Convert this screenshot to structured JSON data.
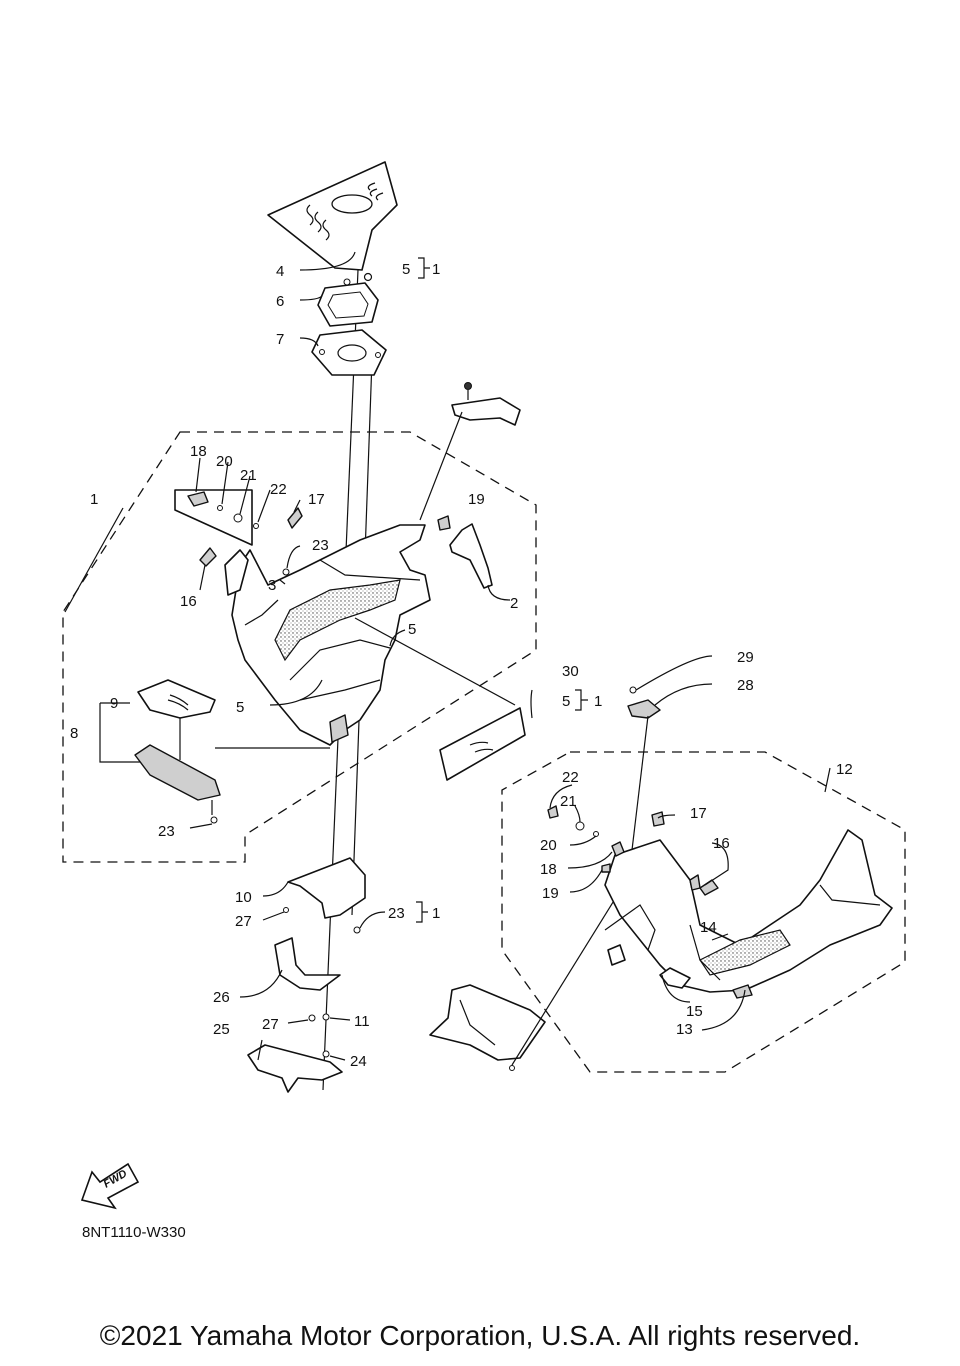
{
  "diagram": {
    "drawing_code": "8NT1110-W330",
    "fwd_label": "FWD",
    "copyright": "©2021 Yamaha Motor Corporation, U.S.A. All rights reserved.",
    "callouts": {
      "c4": "4",
      "c5a": "5",
      "c1a": "1",
      "c6": "6",
      "c7": "7",
      "c18a": "18",
      "c20a": "20",
      "c21a": "21",
      "c22a": "22",
      "c17a": "17",
      "c1b": "1",
      "c19a": "19",
      "c23a": "23",
      "c3": "3",
      "c16a": "16",
      "c2": "2",
      "c5b": "5",
      "c5c": "5",
      "c9": "9",
      "c8": "8",
      "c23b": "23",
      "c30": "30",
      "c5d": "5",
      "c1c": "1",
      "c29": "29",
      "c28": "28",
      "c12": "12",
      "c22b": "22",
      "c21b": "21",
      "c17b": "17",
      "c20b": "20",
      "c16b": "16",
      "c18b": "18",
      "c19b": "19",
      "c14": "14",
      "c15": "15",
      "c13": "13",
      "c10": "10",
      "c27a": "27",
      "c23c": "23",
      "c1d": "1",
      "c26": "26",
      "c27b": "27",
      "c11": "11",
      "c25": "25",
      "c24": "24"
    }
  }
}
